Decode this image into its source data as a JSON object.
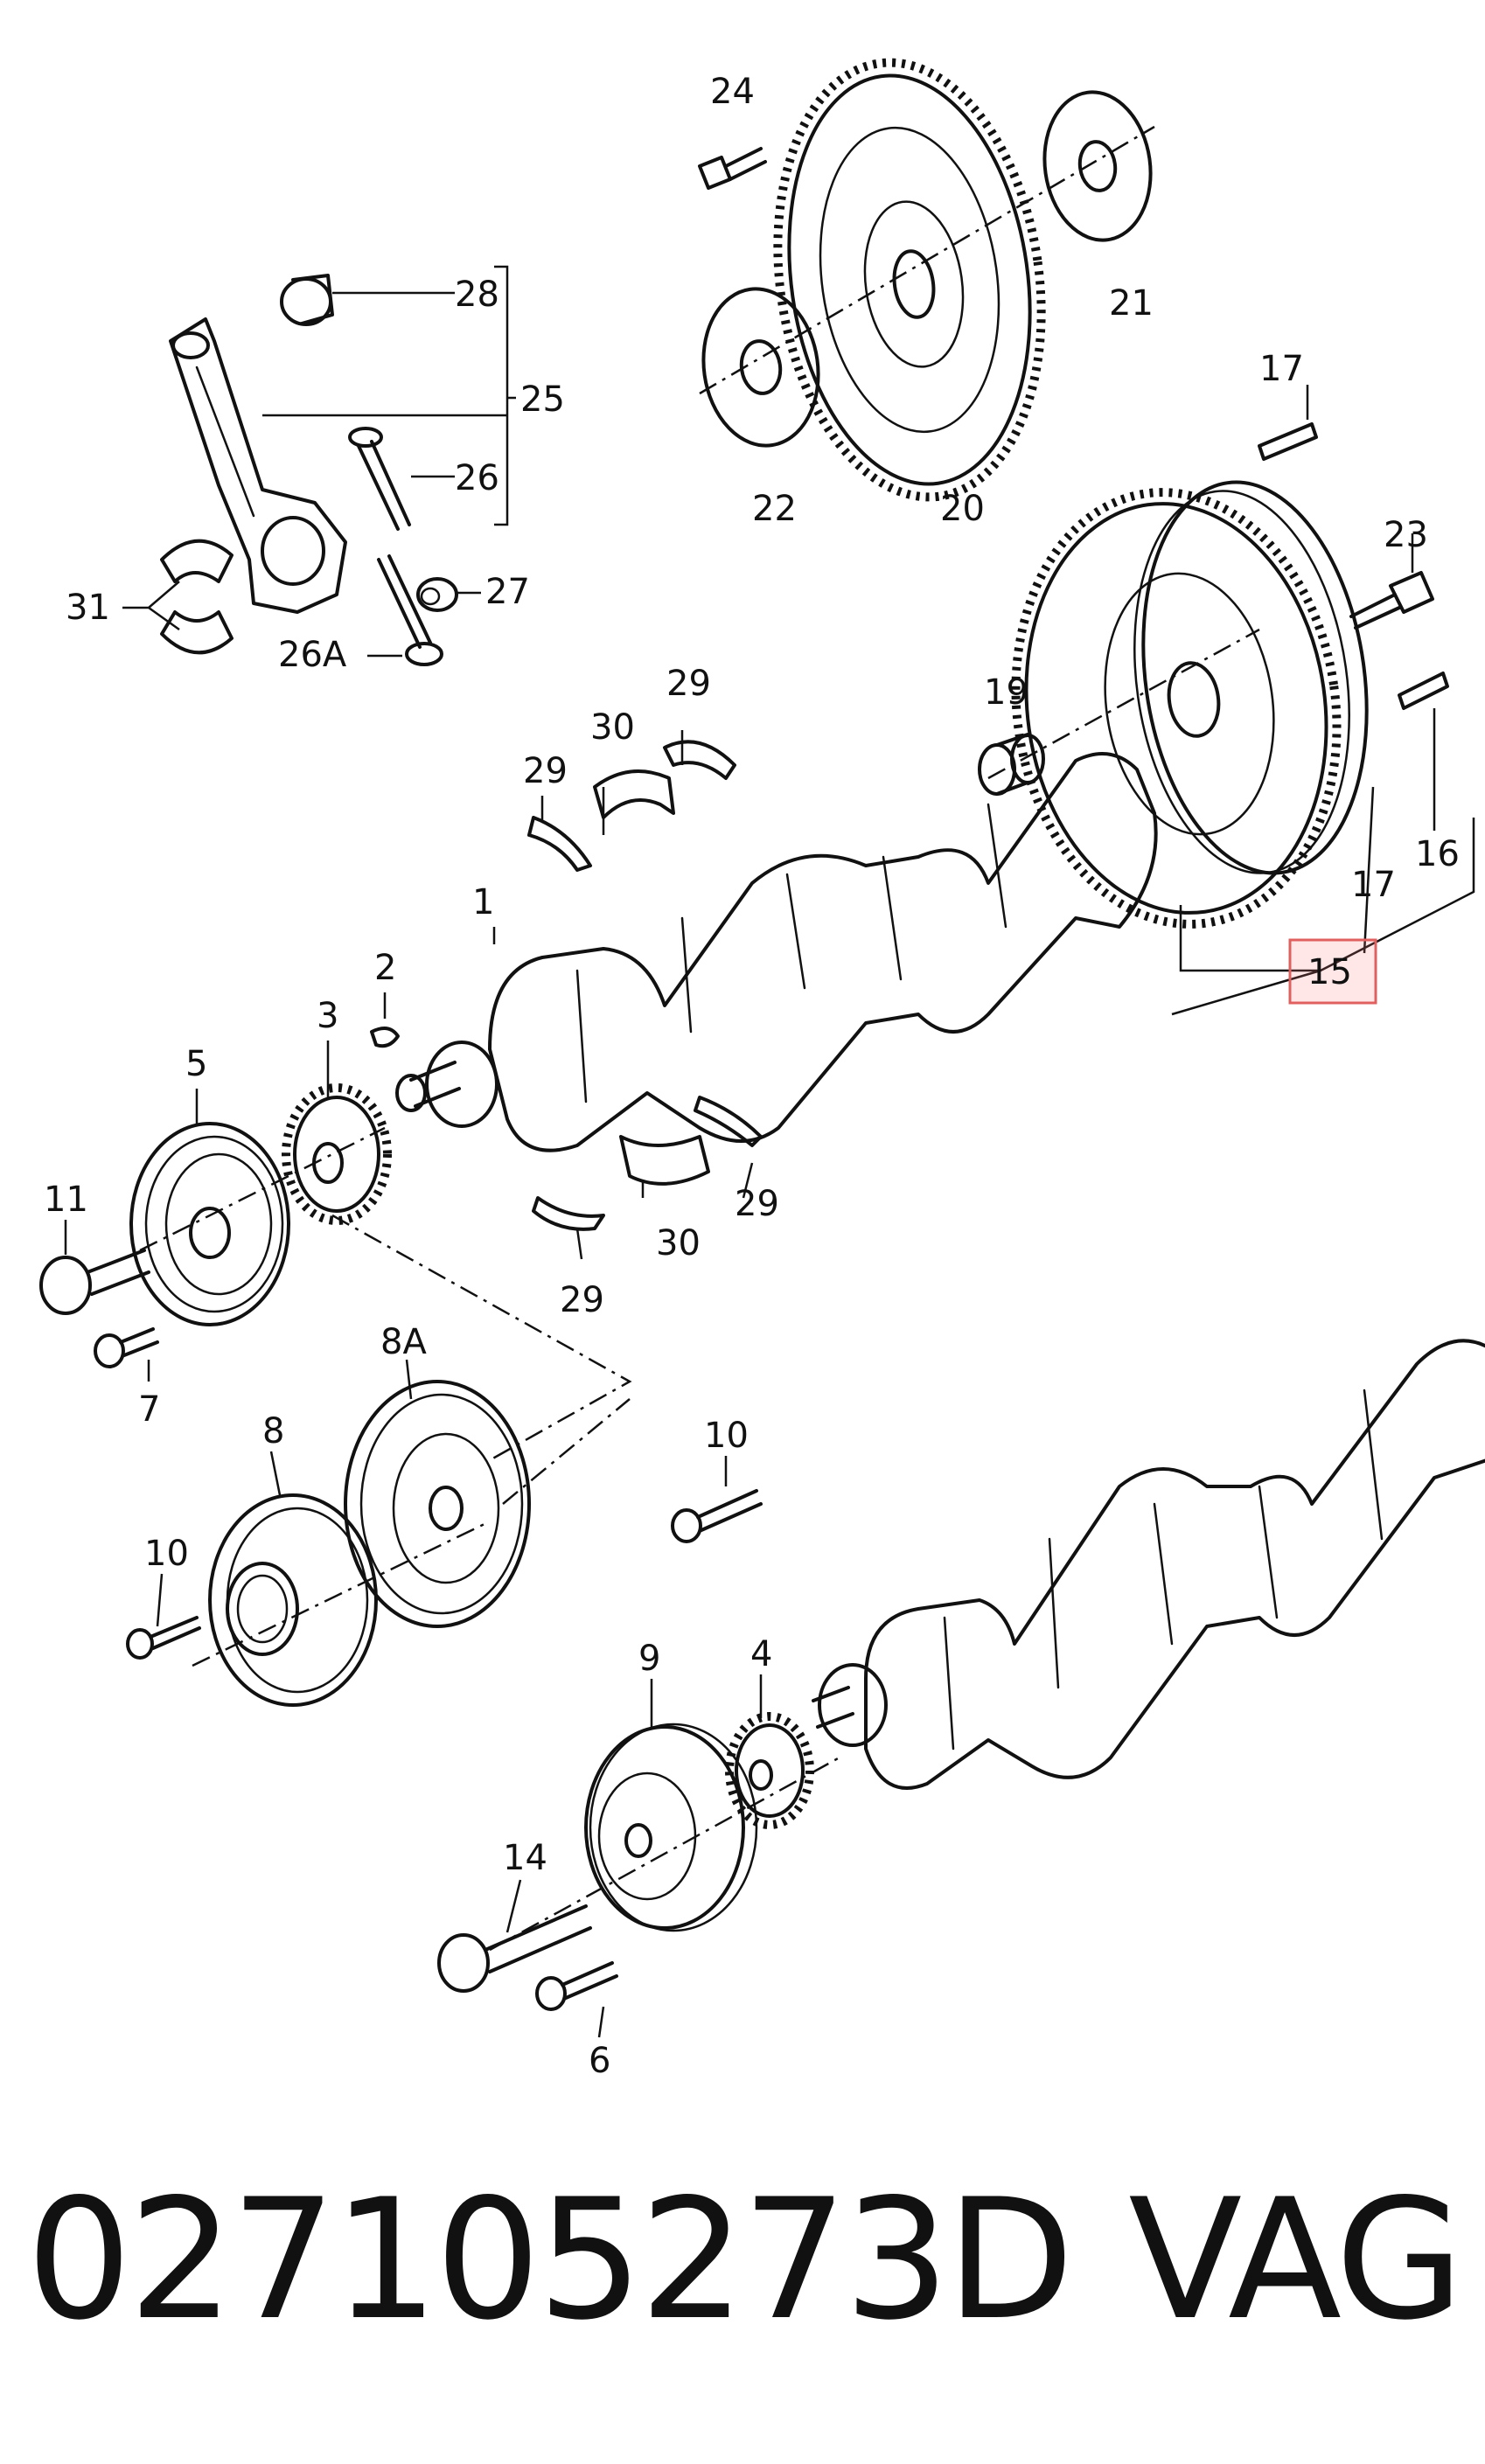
{
  "diagram": {
    "callouts": [
      "24",
      "28",
      "25",
      "26",
      "27",
      "31",
      "26A",
      "21",
      "22",
      "20",
      "17",
      "23",
      "19",
      "30",
      "29",
      "29",
      "16",
      "17",
      "15",
      "1",
      "2",
      "3",
      "5",
      "11",
      "7",
      "8A",
      "8",
      "10",
      "10",
      "30",
      "29",
      "29",
      "9",
      "4",
      "14",
      "6"
    ],
    "highlighted_callout": "15"
  },
  "caption": {
    "part_number": "027105273D",
    "brand": "VAG"
  }
}
